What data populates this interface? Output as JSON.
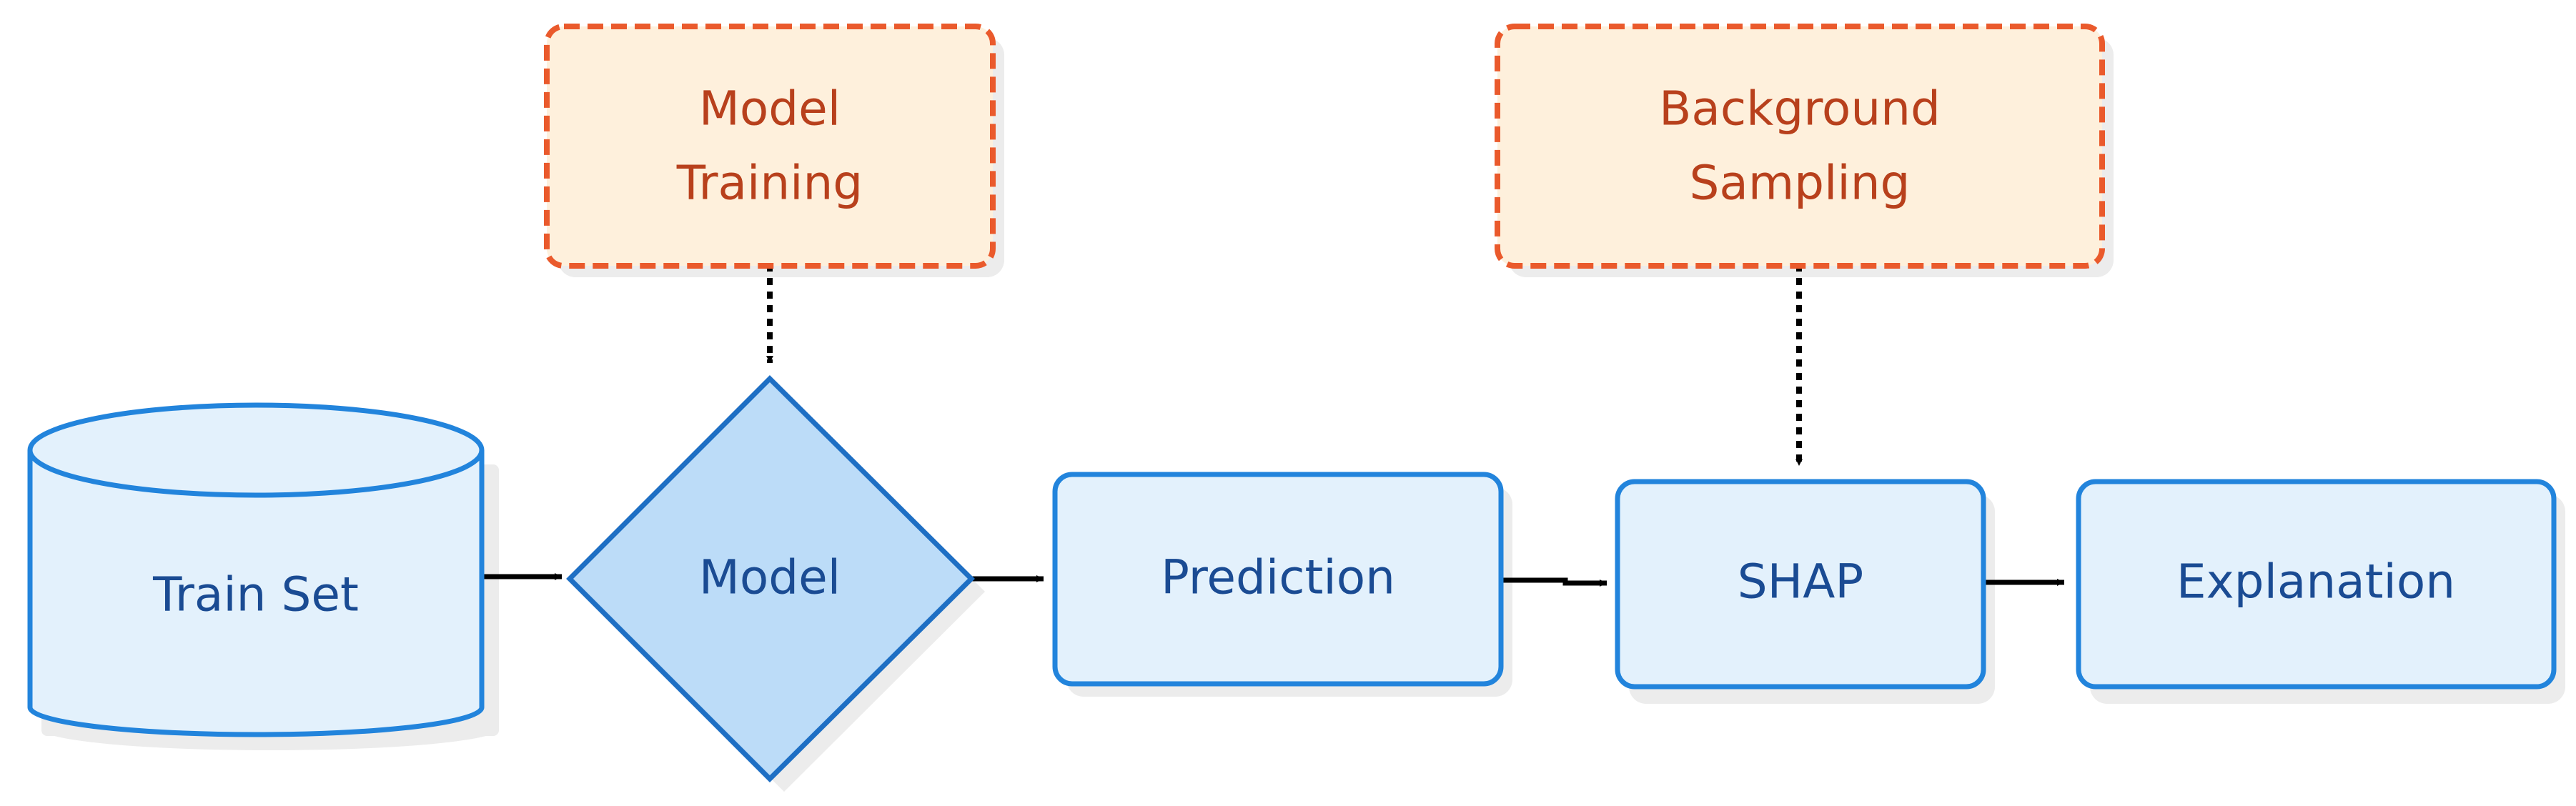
{
  "nodes": {
    "train_set": {
      "label": "Train Set"
    },
    "model": {
      "label": "Model"
    },
    "prediction": {
      "label": "Prediction"
    },
    "shap": {
      "label": "SHAP"
    },
    "explanation": {
      "label": "Explanation"
    },
    "model_training": {
      "lines": [
        "Model",
        "Training"
      ]
    },
    "background_sampling": {
      "lines": [
        "Background",
        "Sampling"
      ]
    }
  },
  "colors": {
    "node_fill": "#e3f1fc",
    "node_stroke": "#2284dc",
    "decision_fill": "#bcdcf8",
    "decision_stroke": "#1e6fc4",
    "blue_text": "#1a4b93",
    "process_fill": "#fef0dc",
    "process_stroke": "#ea5a2c",
    "orange_text": "#b8401c",
    "arrow": "#000000",
    "shadow": "#ececec"
  }
}
